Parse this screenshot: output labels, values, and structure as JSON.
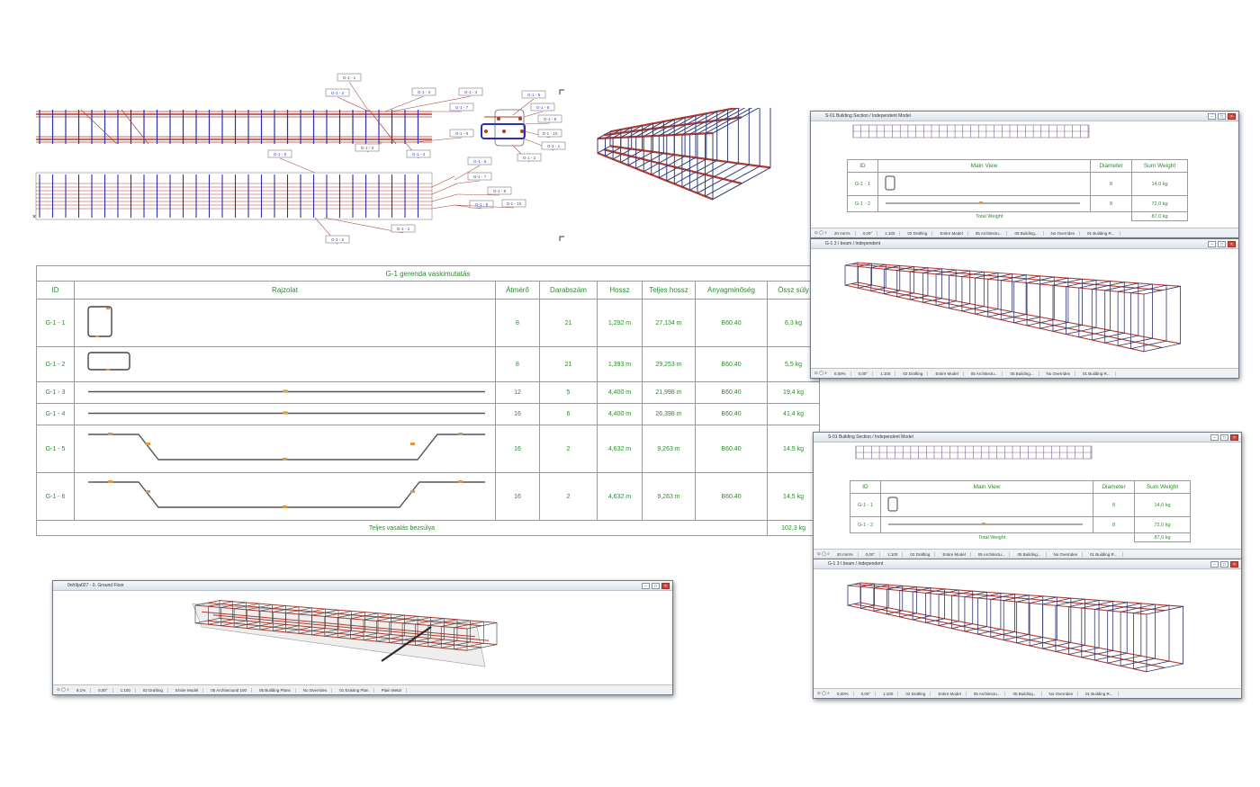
{
  "drawing": {
    "labels": [
      "G-1 - 1",
      "G-1 - 2",
      "G-1 - 3",
      "G-1 - 4",
      "G-1 - 5",
      "G-1 - 6",
      "G-1 - 7",
      "G-1 - 8",
      "G-1 - 9",
      "G-1 - 10"
    ]
  },
  "table": {
    "title": "G-1 gerenda vaskimutatás",
    "columns": [
      "ID",
      "Rajzolat",
      "Átmérő",
      "Darabszám",
      "Hossz",
      "Teljes hossz",
      "Anyagminőség",
      "Össz súly"
    ],
    "rows": [
      {
        "id": "G-1 - 1",
        "diameter": "8",
        "count": "21",
        "length": "1,292 m",
        "total_length": "27,134 m",
        "material": "B60.40",
        "weight": "6,3 kg",
        "shape": "stirrup"
      },
      {
        "id": "G-1 - 2",
        "diameter": "8",
        "count": "21",
        "length": "1,393 m",
        "total_length": "29,253 m",
        "material": "B60.40",
        "weight": "5,5 kg",
        "shape": "stirrup-wide"
      },
      {
        "id": "G-1 - 3",
        "diameter": "12",
        "count": "5",
        "length": "4,400 m",
        "total_length": "21,998 m",
        "material": "B60.40",
        "weight": "19,4 kg",
        "shape": "straight"
      },
      {
        "id": "G-1 - 4",
        "diameter": "16",
        "count": "6",
        "length": "4,400 m",
        "total_length": "26,398 m",
        "material": "B60.40",
        "weight": "41,4 kg",
        "shape": "straight"
      },
      {
        "id": "G-1 - 5",
        "diameter": "16",
        "count": "2",
        "length": "4,632 m",
        "total_length": "9,263 m",
        "material": "B60.40",
        "weight": "14,5 kg",
        "shape": "bent"
      },
      {
        "id": "G-1 - 6",
        "diameter": "16",
        "count": "2",
        "length": "4,632 m",
        "total_length": "9,263 m",
        "material": "B60.40",
        "weight": "14,5 kg",
        "shape": "bent"
      }
    ],
    "total_label": "Teljes vasalás bezsúlya",
    "total_weight": "102,3 kg"
  },
  "windows": {
    "ground": {
      "title": "0nh9ja027 - 0. Ground Floor",
      "status": [
        "9,1%",
        "0,00°",
        "1:100",
        "02 Drafting",
        "Entire Model",
        "05 Architectural 100",
        "05 Building Plans",
        "No Overrides",
        "01 Existing Plan",
        "Plain Metal"
      ]
    },
    "sec1": {
      "title": "S-01 Building Section / Independent Model",
      "status": [
        "20 mm%",
        "0,00°",
        "1:100",
        "02 Drafting",
        "Entire Model",
        "05 Architectu...",
        "05 Building...",
        "No Overrides",
        "01 Building R..."
      ],
      "mini": {
        "headers": [
          "ID",
          "Main View",
          "Diameter",
          "Sum Weight"
        ],
        "rows": [
          {
            "id": "G-1 - 1",
            "diameter": "8",
            "weight": "14,0 kg"
          },
          {
            "id": "G-1 - 2",
            "diameter": "8",
            "weight": "72,0 kg"
          }
        ],
        "total_label": "Total Weight",
        "total_weight": "87,0 kg"
      }
    },
    "iso1": {
      "title": "G-1 3 / beam / Independent",
      "status": [
        "0,00%",
        "0,00°",
        "1:100",
        "02 Drafting",
        "Entire Model",
        "05 Architectu...",
        "05 Building...",
        "No Overrides",
        "01 Building R..."
      ]
    },
    "sec2": {
      "title": "S-01 Building Section / Independent Model",
      "status": [
        "20 mm%",
        "0,00°",
        "1:100",
        "02 Drafting",
        "Entire Model",
        "05 Architectu...",
        "05 Building...",
        "No Overrides",
        "01 Building R..."
      ],
      "mini": {
        "headers": [
          "ID",
          "Main View",
          "Diameter",
          "Sum Weight"
        ],
        "rows": [
          {
            "id": "G-1 - 1",
            "diameter": "8",
            "weight": "14,0 kg"
          },
          {
            "id": "G-1 - 2",
            "diameter": "8",
            "weight": "72,0 kg"
          }
        ],
        "total_label": "Total Weight",
        "total_weight": "87,0 kg"
      }
    },
    "iso2": {
      "title": "G-1 3 / beam / Independent",
      "status": [
        "0,00%",
        "0,00°",
        "1:100",
        "02 Drafting",
        "Entire Model",
        "05 Architectu...",
        "05 Building...",
        "No Overrides",
        "01 Building R..."
      ]
    }
  },
  "colors": {
    "green": "#2c8a2c",
    "rebar_red": "#b5392b",
    "stirrup_blue": "#2b2fb0",
    "grid": "#9a9a9a"
  },
  "icons": [
    "window-minimize-icon",
    "window-maximize-icon",
    "window-close-icon",
    "zoom-icon",
    "orbit-icon"
  ]
}
